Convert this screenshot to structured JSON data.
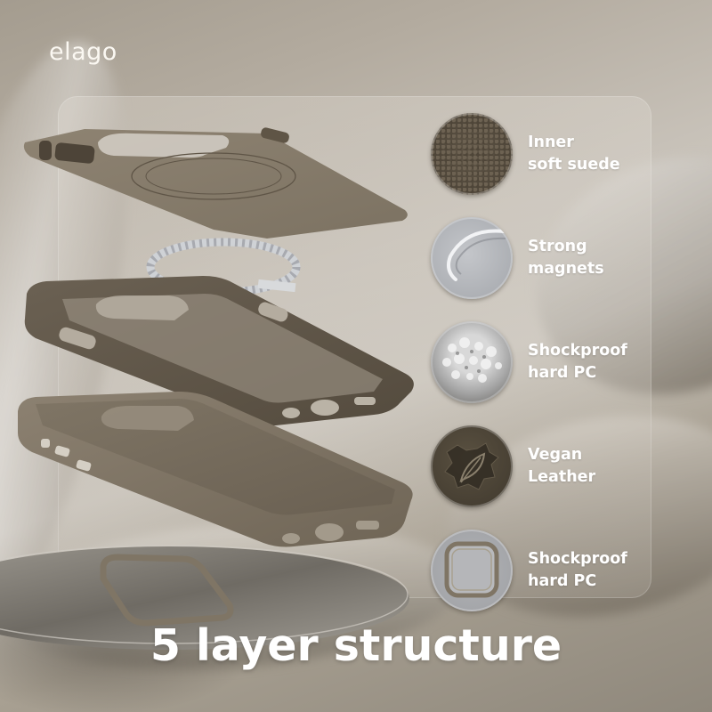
{
  "brand": {
    "logo_text": "elago"
  },
  "headline": "5 layer structure",
  "features": [
    {
      "icon": "suede-texture-icon",
      "line1": "Inner",
      "line2": "soft suede"
    },
    {
      "icon": "magnet-ring-icon",
      "line1": "Strong",
      "line2": "magnets"
    },
    {
      "icon": "pc-pellets-icon",
      "line1": "Shockproof",
      "line2": "hard PC"
    },
    {
      "icon": "vegan-leather-icon",
      "line1": "Vegan",
      "line2": "Leather"
    },
    {
      "icon": "camera-frame-icon",
      "line1": "Shockproof",
      "line2": "hard PC"
    }
  ],
  "colors": {
    "background": "#c7c1b8",
    "case_taupe": "#8a7f6e",
    "case_dark": "#5f5546",
    "text": "#ffffff"
  }
}
